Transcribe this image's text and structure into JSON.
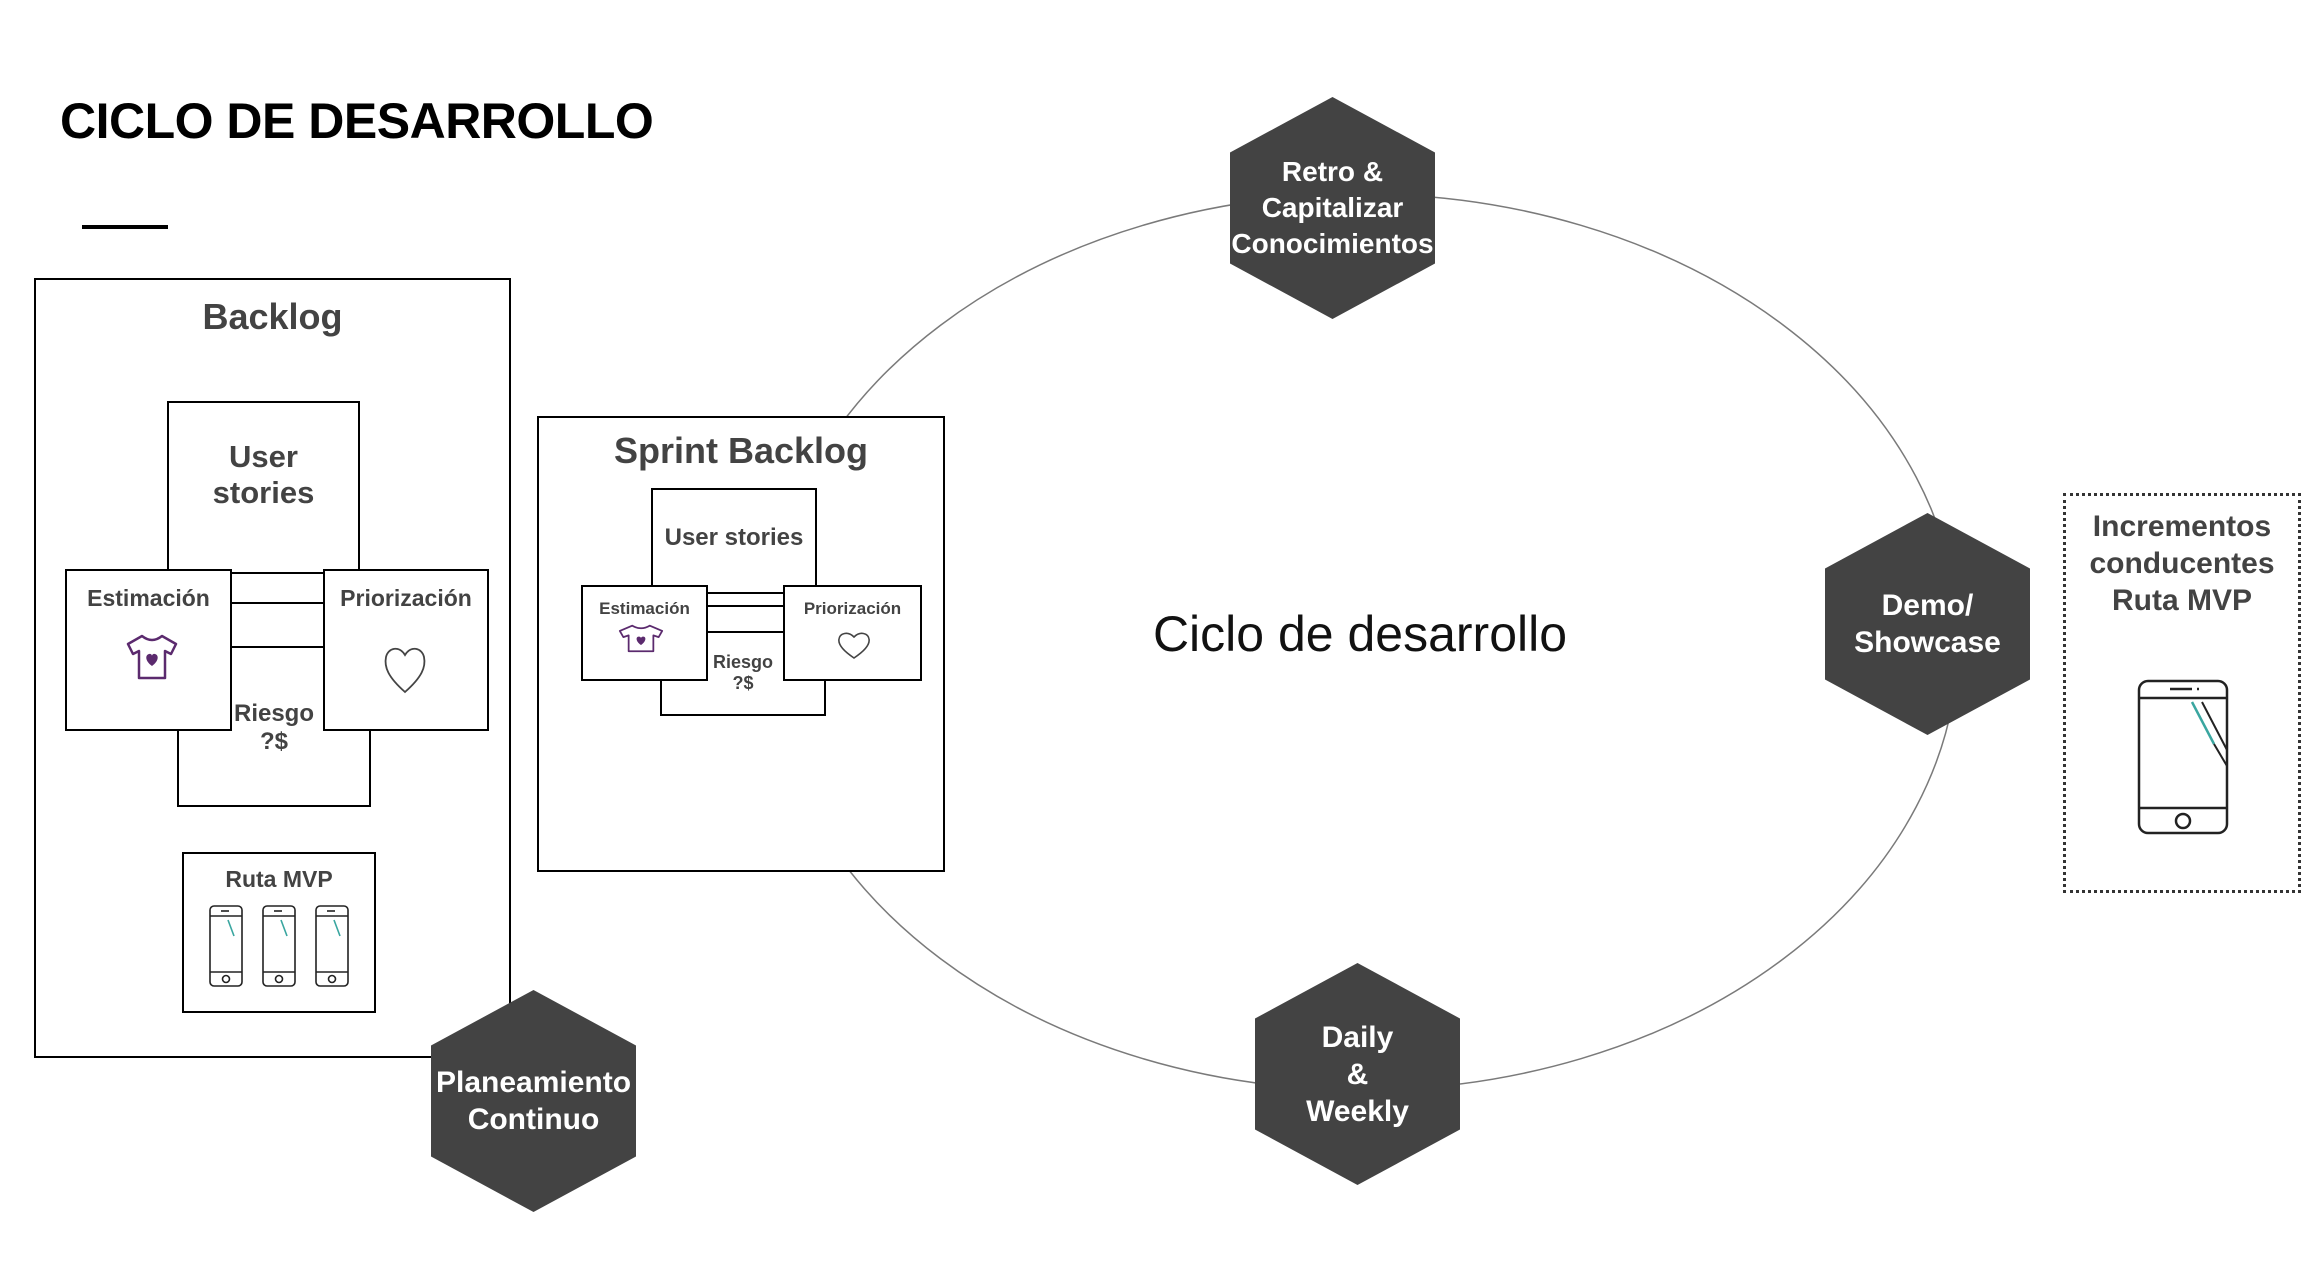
{
  "title": "CICLO DE DESARROLLO",
  "center_label": "Ciclo de desarrollo",
  "backlog": {
    "title": "Backlog",
    "user_stories": "User\nstories",
    "estimacion": "Estimación",
    "priorizacion": "Priorización",
    "riesgo": "Riesgo\n?$",
    "ruta_mvp": "Ruta MVP"
  },
  "sprint_backlog": {
    "title": "Sprint Backlog",
    "user_stories": "User stories",
    "estimacion": "Estimación",
    "priorizacion": "Priorización",
    "riesgo": "Riesgo\n?$"
  },
  "hexagons": {
    "retro": "Retro &\nCapitalizar\nConocimientos",
    "demo": "Demo/\nShowcase",
    "daily": "Daily\n&\nWeekly",
    "planeamiento": "Planeamiento\nContinuo"
  },
  "increments": "Incrementos\nconducentes\nRuta MVP",
  "colors": {
    "hexagon": "#434343",
    "text_dark": "#434343",
    "accent_purple": "#5b2a6e",
    "accent_teal": "#3aa6a0"
  }
}
